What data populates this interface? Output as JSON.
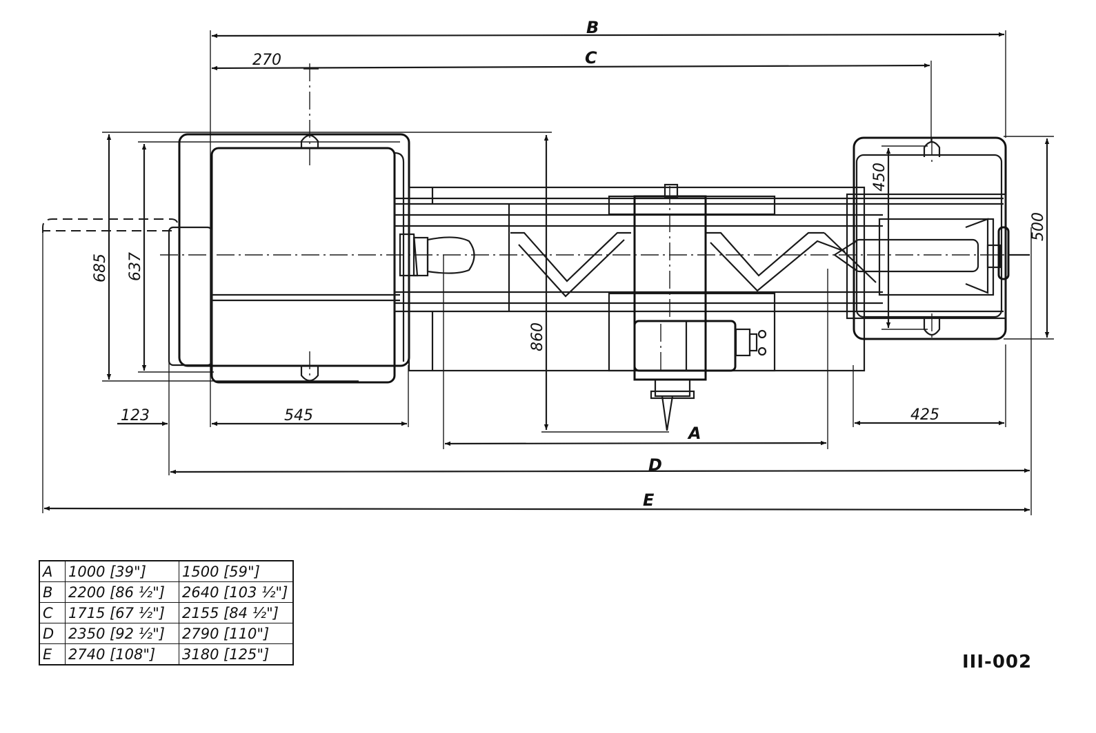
{
  "dimensions": {
    "B": "B",
    "C": "C",
    "A": "A",
    "D": "D",
    "E": "E",
    "d270": "270",
    "d123": "123",
    "d545": "545",
    "d425": "425",
    "d685": "685",
    "d637": "637",
    "d860": "860",
    "d450": "450",
    "d500": "500"
  },
  "table": {
    "rows": [
      {
        "key": "A",
        "v1": "1000 [39\"]",
        "v2": "1500 [59\"]"
      },
      {
        "key": "B",
        "v1": "2200 [86 ½\"]",
        "v2": "2640 [103 ½\"]"
      },
      {
        "key": "C",
        "v1": "1715 [67 ½\"]",
        "v2": "2155 [84 ½\"]"
      },
      {
        "key": "D",
        "v1": "2350 [92 ½\"]",
        "v2": "2790 [110\"]"
      },
      {
        "key": "E",
        "v1": "2740 [108\"]",
        "v2": "3180 [125\"]"
      }
    ]
  },
  "drawing_id": "III-002"
}
